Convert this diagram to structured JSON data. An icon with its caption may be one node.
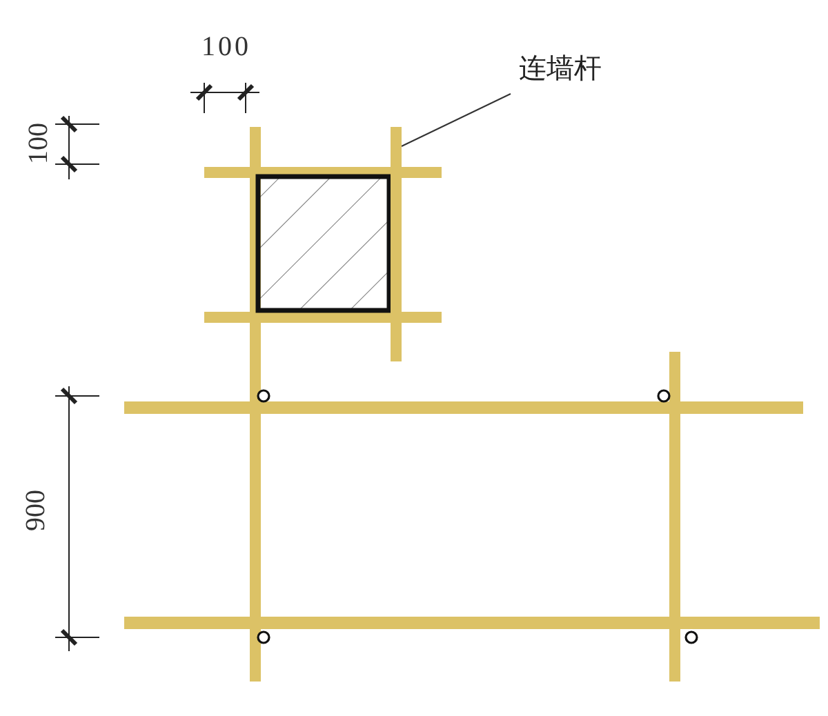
{
  "diagram": {
    "nodes": [
      {
        "text": [
          "连墙杆"
        ]
      },
      {
        "text": [],
        "shape": "bar"
      }
    ],
    "edges": [
      {
        "from": 0,
        "to": 1,
        "arrow": "none"
      }
    ],
    "labels": [
      "100",
      "100",
      "900"
    ]
  }
}
